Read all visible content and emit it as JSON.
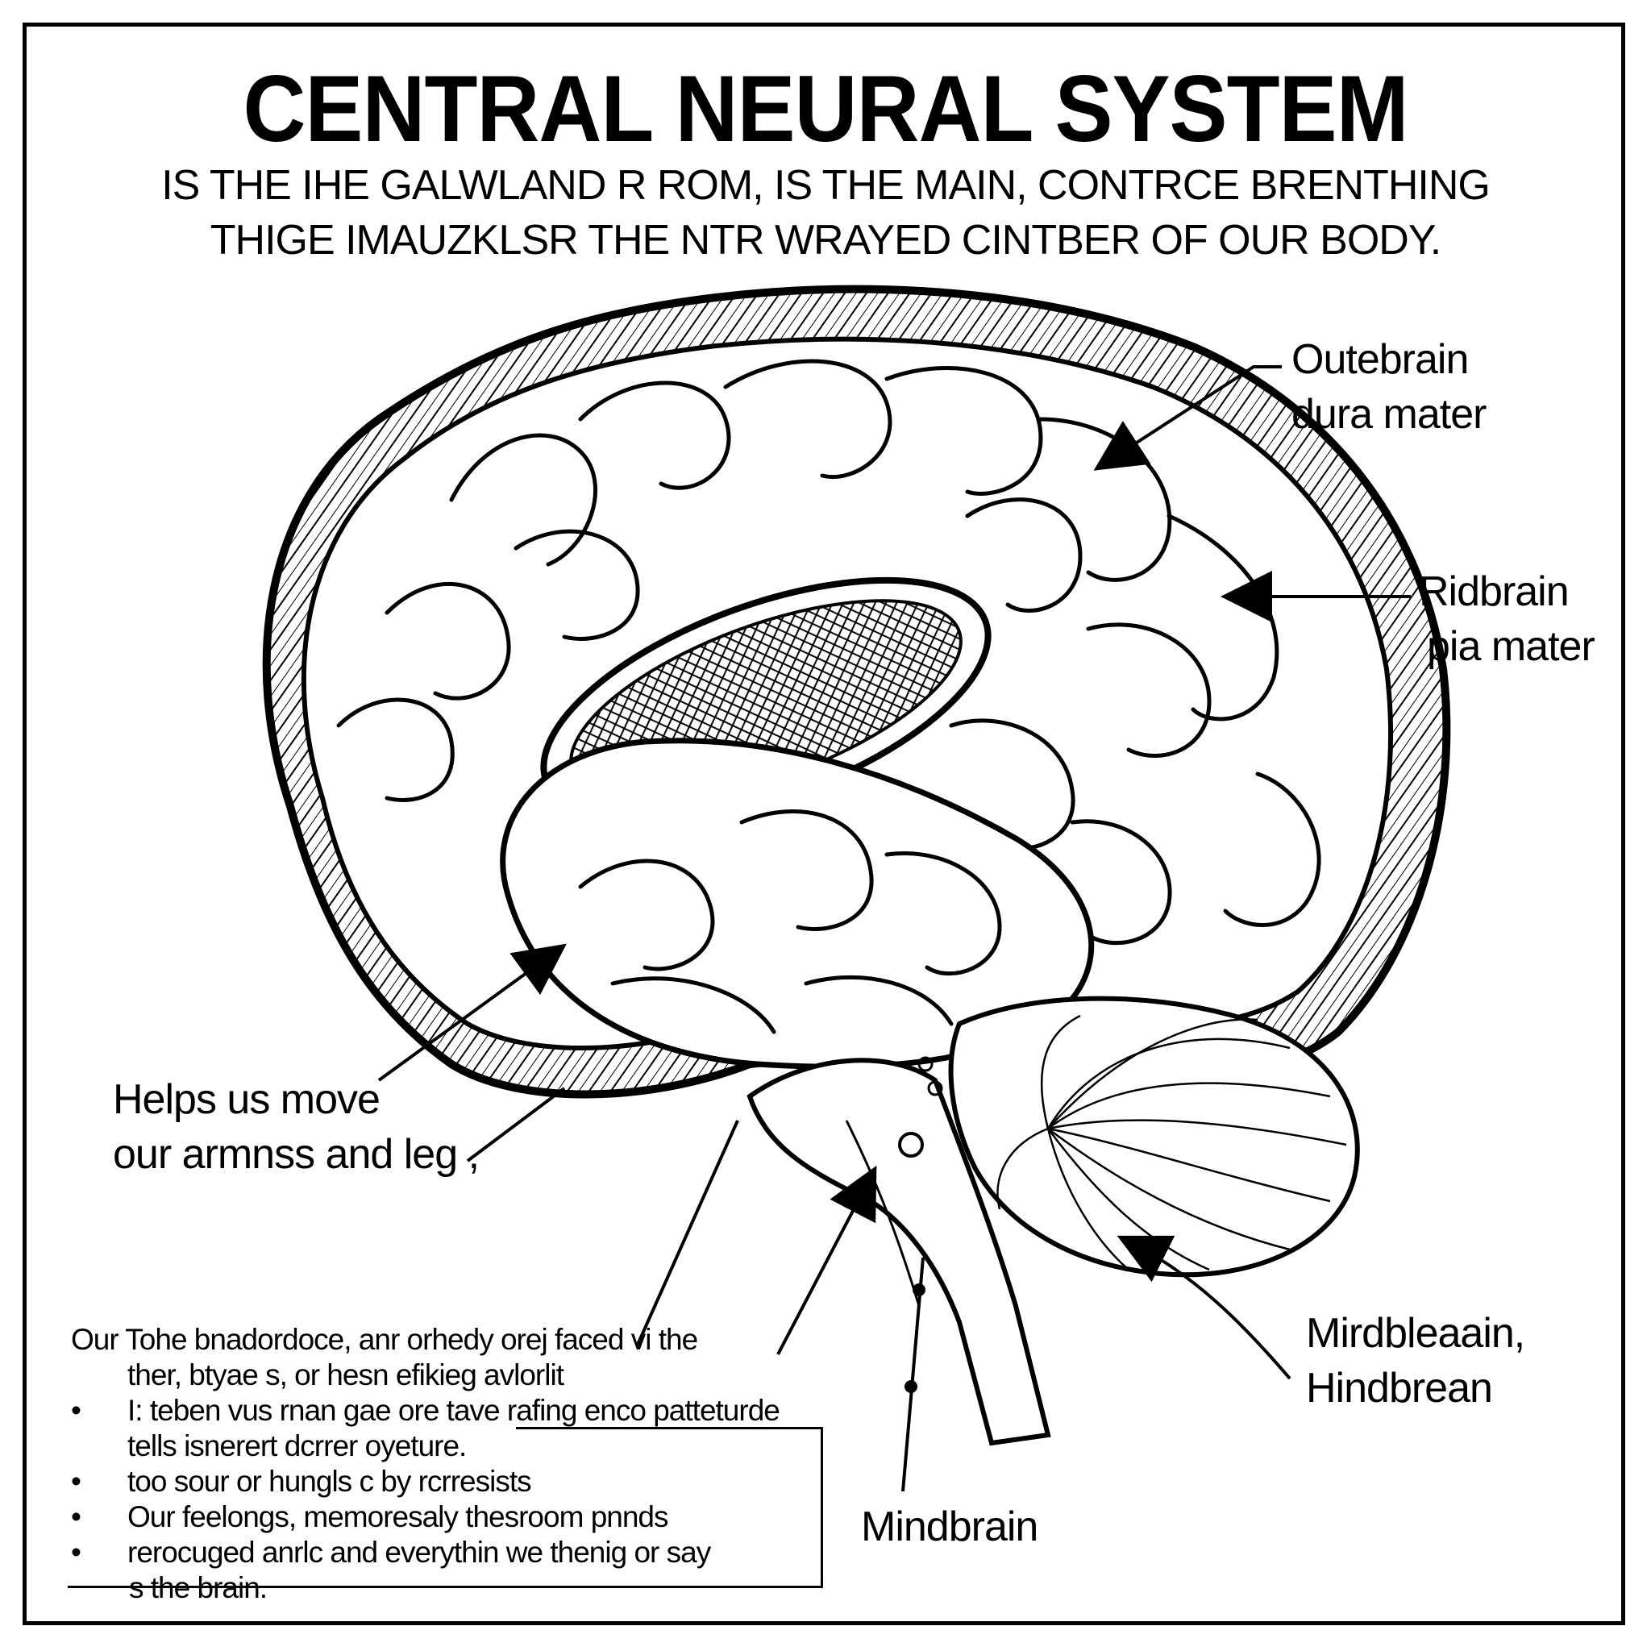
{
  "title": "CENTRAL NEURAL SYSTEM",
  "subtitle": [
    "IS THE IHE GALWLAND R ROM, IS THE MAIN, CONTRCE BRENTHING",
    "THIGE IMAUZKLSR THE NTR WRAYED CINTBER OF OUR BODY."
  ],
  "labels": {
    "outer": [
      "Outebrain",
      "dura mater"
    ],
    "rid": [
      "Ridbrain",
      "pia mater"
    ],
    "helps": [
      "Helps us move",
      "our armnss and leg ,"
    ],
    "mid_hind": [
      "Mirdbleaain,",
      "Hindbrean"
    ],
    "midbrain": "Mindbrain"
  },
  "notes": {
    "intro": [
      "Our Tohe bnadordoce, anr orhedy orej faced vi the",
      "ther, btyae s, or hesn efikieg avlorlit"
    ],
    "items": [
      "I: teben vus rnan gae ore tave rafing enco patteturde tells isnerert dcrrer oyeture.",
      "too sour or hungls c by rcrresists",
      "Our feelongs, memoresaly thesroom pnnds",
      "rerocuged anrlc and everythin we thenig or say"
    ],
    "tail": "s the brain."
  },
  "icons": [
    "brain-illustration-icon",
    "arrow-icon"
  ]
}
